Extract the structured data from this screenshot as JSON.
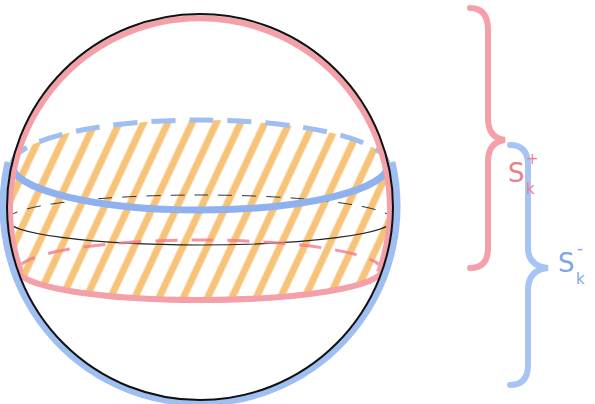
{
  "diagram": {
    "labels": [
      "S",
      "k",
      "+",
      "S",
      "k",
      "-"
    ]
  }
}
